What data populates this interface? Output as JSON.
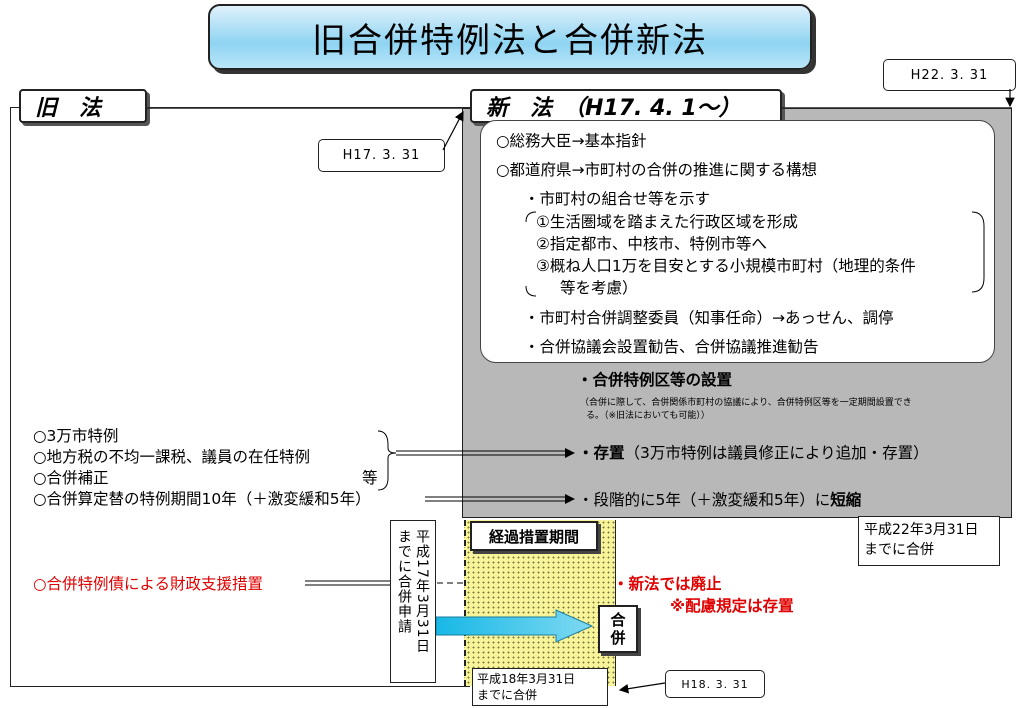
{
  "title": "旧合併特例法と合併新法",
  "tags": {
    "h22": "H22. 3. 31",
    "h17": "H17. 3. 31",
    "h18": "H18. 3. 31"
  },
  "old_law": {
    "tab": "旧　法",
    "items": [
      "○3万市特例",
      "○地方税の不均一課税、議員の在任特例",
      "○合併補正",
      "等",
      "○合併算定替の特例期間10年（＋激変緩和5年）",
      "○合併特例債による財政支援措置"
    ]
  },
  "new_law": {
    "tab": "新　法　（H17. 4. 1～）",
    "box": {
      "line1": "○総務大臣→基本指針",
      "line2": "○都道府県→市町村の合併の推進に関する構想",
      "line3": "・市町村の組合せ等を示す",
      "sub1": "①生活圏域を踏まえた行政区域を形成",
      "sub2": "②指定都市、中核市、特例市等へ",
      "sub3": "③概ね人口1万を目安とする小規模市町村（地理的条件",
      "sub4": "等を考慮）",
      "line4": "・市町村合併調整委員（知事任命）→あっせん、調停",
      "line5": "・合併協議会設置勧告、合併協議推進勧告"
    },
    "special": {
      "heading": "・合併特例区等の設置",
      "note1": "（合併に際して、合併関係市町村の協議により、合併特例区等を一定期間設置でき",
      "note2": "る。（※旧法においても可能））"
    },
    "result1_bold": "・存置",
    "result1_rest": "（3万市特例は議員修正により追加・存置）",
    "result2_pre": "・段階的に5年（＋激変緩和5年）に",
    "result2_bold": "短縮",
    "deadline_l1": "平成22年3月31日",
    "deadline_l2": "までに合併",
    "abolish1": "・新法では廃止",
    "abolish2": "※配慮規定は存置"
  },
  "transition": {
    "label": "経過措置期間",
    "vertical_col1": "平成17年3月31日",
    "vertical_col2": "までに合併申請",
    "merge": "合併",
    "deadline_l1": "平成18年3月31日",
    "deadline_l2": "までに合併"
  }
}
